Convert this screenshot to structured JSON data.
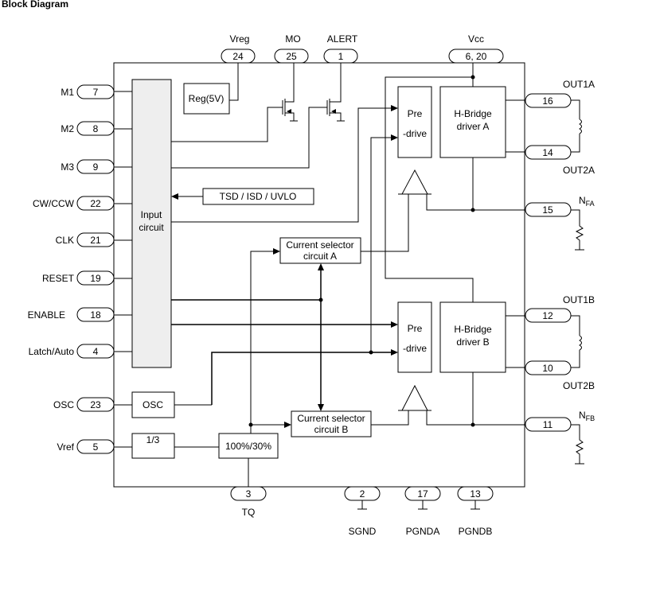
{
  "heading": "Block Diagram",
  "blocks": {
    "input_circuit": [
      "Input",
      "circuit"
    ],
    "reg": "Reg(5V)",
    "tsd": "TSD / ISD / UVLO",
    "current_selector_a": [
      "Current selector",
      "circuit A"
    ],
    "current_selector_b": [
      "Current selector",
      "circuit B"
    ],
    "osc": "OSC",
    "divider": "1/3",
    "torque_select": "100%/30%",
    "predrive_a": [
      "Pre",
      "-drive"
    ],
    "predrive_b": [
      "Pre",
      "-drive"
    ],
    "hbridge_a": [
      "H-Bridge",
      "driver A"
    ],
    "hbridge_b": [
      "H-Bridge",
      "driver B"
    ]
  },
  "pins_left": [
    {
      "name": "M1",
      "num": "7"
    },
    {
      "name": "M2",
      "num": "8"
    },
    {
      "name": "M3",
      "num": "9"
    },
    {
      "name": "CW/CCW",
      "num": "22"
    },
    {
      "name": "CLK",
      "num": "21"
    },
    {
      "name": "RESET",
      "num": "19"
    },
    {
      "name": "ENABLE",
      "num": "18"
    },
    {
      "name": "Latch/Auto",
      "num": "4"
    },
    {
      "name": "OSC",
      "num": "23"
    },
    {
      "name": "Vref",
      "num": "5"
    }
  ],
  "pins_top": [
    {
      "name": "Vreg",
      "num": "24"
    },
    {
      "name": "MO",
      "num": "25"
    },
    {
      "name": "ALERT",
      "num": "1"
    },
    {
      "name": "Vcc",
      "num": "6, 20"
    }
  ],
  "pins_right": [
    {
      "name": "OUT1A",
      "num": "16"
    },
    {
      "name": "OUT2A",
      "num": "14"
    },
    {
      "name": "NFA",
      "sub": "FA",
      "prefix": "N",
      "num": "15"
    },
    {
      "name": "OUT1B",
      "num": "12"
    },
    {
      "name": "OUT2B",
      "num": "10"
    },
    {
      "name": "NFB",
      "sub": "FB",
      "prefix": "N",
      "num": "11"
    }
  ],
  "pins_bottom": [
    {
      "name": "TQ",
      "num": "3"
    },
    {
      "name": "SGND",
      "num": "2"
    },
    {
      "name": "PGNDA",
      "num": "17"
    },
    {
      "name": "PGNDB",
      "num": "13"
    }
  ]
}
